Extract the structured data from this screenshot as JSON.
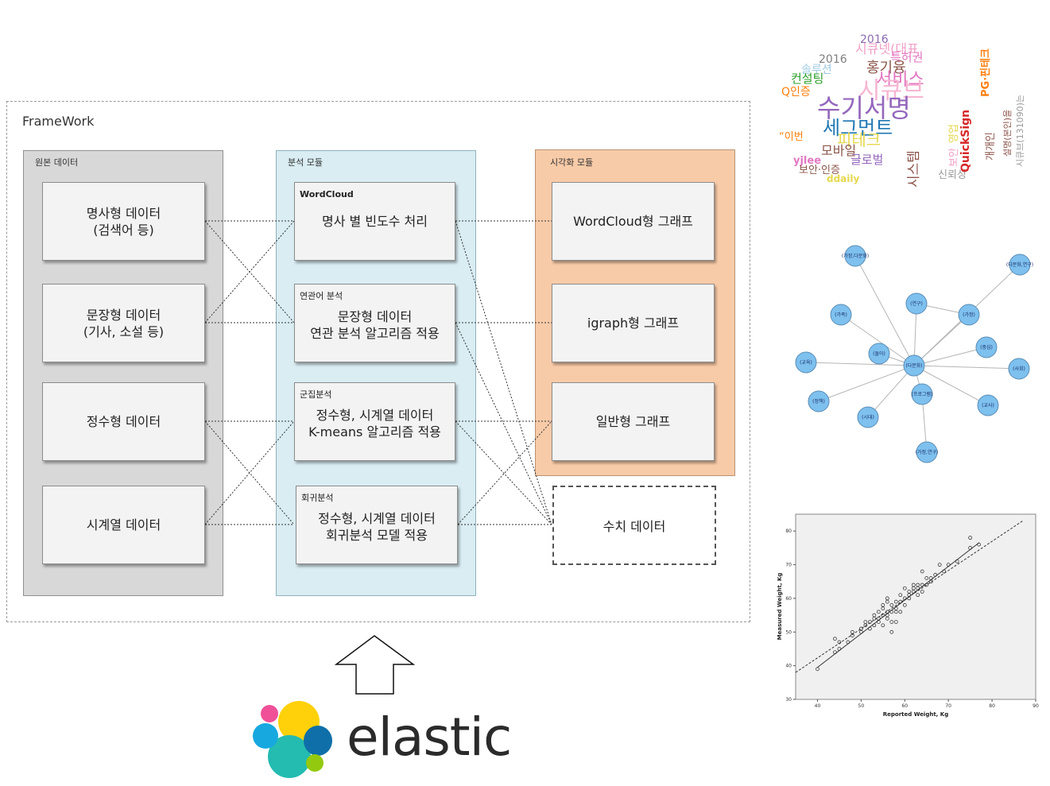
{
  "framework": {
    "title": "FrameWork",
    "columns": {
      "source": {
        "label": "원본 데이터",
        "items": [
          {
            "lines": [
              "명사형 데이터",
              "(검색어 등)"
            ]
          },
          {
            "lines": [
              "문장형 데이터",
              "(기사, 소설 등)"
            ]
          },
          {
            "lines": [
              "정수형 데이터"
            ]
          },
          {
            "lines": [
              "시계열 데이터"
            ]
          }
        ]
      },
      "analysis": {
        "label": "분석 모듈",
        "items": [
          {
            "tag": "WordCloud",
            "lines": [
              "명사 별 빈도수 처리"
            ]
          },
          {
            "tag": "연관어 분석",
            "lines": [
              "문장형 데이터",
              "연관 분석 알고리즘 적용"
            ]
          },
          {
            "tag": "군집분석",
            "lines": [
              "정수형, 시계열 데이터",
              "K-means 알고리즘 적용"
            ]
          },
          {
            "tag": "회귀분석",
            "lines": [
              "정수형, 시계열 데이터",
              "회귀분석 모델 적용"
            ]
          }
        ]
      },
      "visualization": {
        "label": "시각화 모듈",
        "items": [
          {
            "lines": [
              "WordCloud형 그래프"
            ]
          },
          {
            "lines": [
              "igraph형 그래프"
            ]
          },
          {
            "lines": [
              "일반형 그래프"
            ]
          }
        ]
      }
    },
    "numeric_output": "수치 데이터"
  },
  "elastic": {
    "text": "elastic",
    "colors": {
      "yellow": "#fed10a",
      "teal": "#24bbb1",
      "blue": "#0f6fa8",
      "pink": "#ef5098",
      "lightblue": "#17a8e0",
      "green": "#93c90e"
    }
  },
  "wordcloud": {
    "words": [
      {
        "text": "2016",
        "color": "#8c6bb1"
      },
      {
        "text": "시큐넷(대표",
        "color": "#f0a0c8"
      },
      {
        "text": "특허권",
        "color": "#e377c2"
      },
      {
        "text": "2016",
        "color": "#7f7f7f"
      },
      {
        "text": "솔루션",
        "color": "#9ecae1"
      },
      {
        "text": "홍기융",
        "color": "#8c564b"
      },
      {
        "text": "컨설팅",
        "color": "#2ca02c"
      },
      {
        "text": "서비스",
        "color": "#e377c2"
      },
      {
        "text": "Q인증",
        "color": "#ff7f0e"
      },
      {
        "text": "시큐브",
        "color": "#f7b6d2"
      },
      {
        "text": "수기서명",
        "color": "#9467bd"
      },
      {
        "text": "세그먼트",
        "color": "#1f77b4"
      },
      {
        "text": "“이번",
        "color": "#ff7f0e"
      },
      {
        "text": "피테크",
        "color": "#e6d84e"
      },
      {
        "text": "모바일",
        "color": "#8c564b"
      },
      {
        "text": "yjlee",
        "color": "#e377c2"
      },
      {
        "text": "글로벌",
        "color": "#9467bd"
      },
      {
        "text": "보안·인증",
        "color": "#8c564b"
      },
      {
        "text": "ddaily",
        "color": "#e6d84e"
      },
      {
        "text": "시스템",
        "color": "#8c564b"
      },
      {
        "text": "신뢰성",
        "color": "#9a9a9a"
      },
      {
        "text": "QuickSign",
        "color": "#d62728"
      },
      {
        "text": "PG·핀테크",
        "color": "#ff7f0e"
      },
      {
        "text": "개개인",
        "color": "#8c564b"
      },
      {
        "text": "시큐브(131090)는",
        "color": "#9a9a9a"
      },
      {
        "text": "설명(본인)을",
        "color": "#8c564b"
      },
      {
        "text": "영업",
        "color": "#e6d84e"
      },
      {
        "text": "보안",
        "color": "#f0a0c8"
      }
    ]
  },
  "network": {
    "nodes": [
      {
        "label": "(가정,다문화)"
      },
      {
        "label": "(다문화,연구)"
      },
      {
        "label": "(연구)"
      },
      {
        "label": "(가족)"
      },
      {
        "label": "(가정)"
      },
      {
        "label": "(중심)"
      },
      {
        "label": "(돌아)"
      },
      {
        "label": "(다문화)"
      },
      {
        "label": "(교육)"
      },
      {
        "label": "(사회)"
      },
      {
        "label": "(프로그램)"
      },
      {
        "label": "(정책)"
      },
      {
        "label": "(교사)"
      },
      {
        "label": "(시대)"
      },
      {
        "label": "(가정,연구)"
      }
    ]
  },
  "chart_data": {
    "type": "scatter",
    "title": "",
    "xlabel": "Reported Weight, Kg",
    "ylabel": "Measured Weight, Kg",
    "xlim": [
      35,
      90
    ],
    "ylim": [
      30,
      85
    ],
    "xticks": [
      40,
      50,
      60,
      70,
      80,
      90
    ],
    "yticks": [
      30,
      40,
      50,
      60,
      70,
      80
    ],
    "grid": false,
    "series": [
      {
        "points": [
          [
            40,
            39
          ],
          [
            44,
            44
          ],
          [
            44,
            48
          ],
          [
            45,
            45
          ],
          [
            45,
            47
          ],
          [
            47,
            47
          ],
          [
            48,
            49
          ],
          [
            48,
            50
          ],
          [
            50,
            50
          ],
          [
            50,
            51
          ],
          [
            51,
            53
          ],
          [
            51,
            52
          ],
          [
            52,
            51
          ],
          [
            52,
            53
          ],
          [
            53,
            52
          ],
          [
            53,
            54
          ],
          [
            53,
            55
          ],
          [
            54,
            53
          ],
          [
            54,
            54
          ],
          [
            54,
            56
          ],
          [
            55,
            52
          ],
          [
            55,
            55
          ],
          [
            55,
            57
          ],
          [
            55,
            58
          ],
          [
            56,
            54
          ],
          [
            56,
            55
          ],
          [
            56,
            56
          ],
          [
            56,
            59
          ],
          [
            56,
            60
          ],
          [
            57,
            50
          ],
          [
            57,
            53
          ],
          [
            57,
            56
          ],
          [
            57,
            58
          ],
          [
            58,
            53
          ],
          [
            58,
            56
          ],
          [
            58,
            57
          ],
          [
            58,
            59
          ],
          [
            59,
            56
          ],
          [
            59,
            59
          ],
          [
            59,
            61
          ],
          [
            60,
            58
          ],
          [
            60,
            60
          ],
          [
            60,
            63
          ],
          [
            61,
            60
          ],
          [
            61,
            61
          ],
          [
            61,
            62
          ],
          [
            62,
            62
          ],
          [
            62,
            63
          ],
          [
            62,
            64
          ],
          [
            63,
            61
          ],
          [
            63,
            63
          ],
          [
            63,
            64
          ],
          [
            64,
            62
          ],
          [
            64,
            64
          ],
          [
            64,
            68
          ],
          [
            65,
            64
          ],
          [
            65,
            66
          ],
          [
            66,
            65
          ],
          [
            66,
            66
          ],
          [
            67,
            67
          ],
          [
            68,
            70
          ],
          [
            69,
            68
          ],
          [
            70,
            70
          ],
          [
            72,
            71
          ],
          [
            75,
            75
          ],
          [
            75,
            78
          ],
          [
            77,
            76
          ]
        ]
      }
    ],
    "fit_lines": [
      {
        "style": "solid",
        "from": [
          40,
          39.5
        ],
        "to": [
          77,
          76.5
        ]
      },
      {
        "style": "dashed",
        "from": [
          35,
          38
        ],
        "to": [
          87,
          83
        ]
      }
    ]
  }
}
